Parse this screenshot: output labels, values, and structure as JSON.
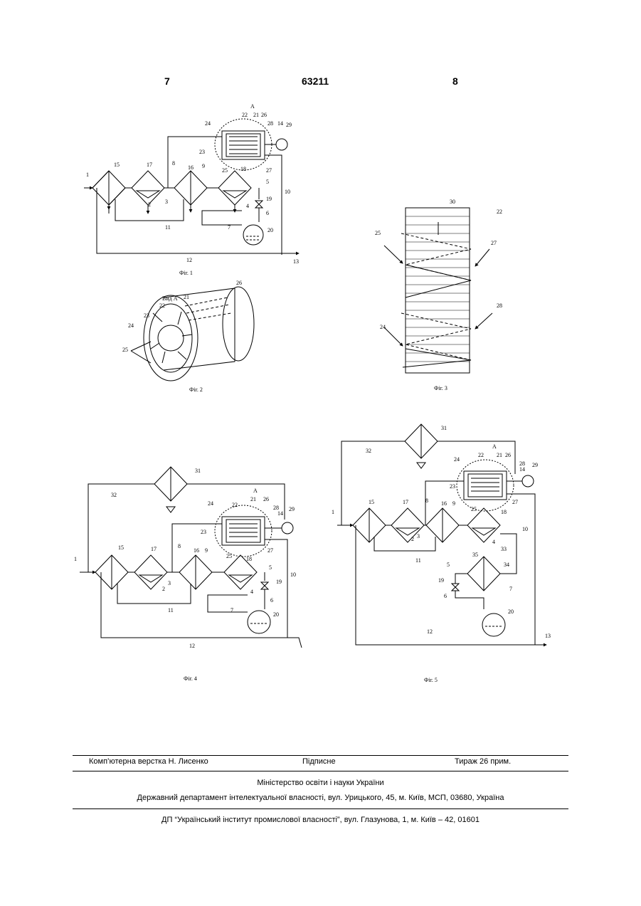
{
  "header": {
    "page_left": "7",
    "patent_number": "63211",
    "page_right": "8"
  },
  "figures": {
    "fig1": {
      "caption": "Фіг. 1",
      "labels": [
        "1",
        "15",
        "17",
        "16",
        "18",
        "8",
        "9",
        "10",
        "11",
        "12",
        "13",
        "2",
        "3",
        "4",
        "5",
        "6",
        "7",
        "19",
        "20",
        "21",
        "22",
        "23",
        "24",
        "25",
        "26",
        "27",
        "28",
        "14",
        "29",
        "A"
      ]
    },
    "fig2": {
      "caption": "Фіг. 2",
      "view_label": "Вид А",
      "labels": [
        "21",
        "26",
        "22",
        "23",
        "24",
        "25"
      ]
    },
    "fig3": {
      "caption": "Фіг. 3",
      "labels": [
        "30",
        "22",
        "25",
        "27",
        "28",
        "24"
      ]
    },
    "fig4": {
      "caption": "Фіг. 4",
      "labels": [
        "31",
        "32",
        "1",
        "15",
        "17",
        "16",
        "18",
        "8",
        "9",
        "10",
        "11",
        "12",
        "2",
        "3",
        "4",
        "5",
        "6",
        "7",
        "19",
        "20",
        "21",
        "22",
        "23",
        "24",
        "25",
        "26",
        "27",
        "28",
        "14",
        "29",
        "A"
      ]
    },
    "fig5": {
      "caption": "Фіг. 5",
      "labels": [
        "31",
        "32",
        "1",
        "15",
        "17",
        "16",
        "18",
        "8",
        "9",
        "10",
        "11",
        "12",
        "13",
        "2",
        "3",
        "4",
        "5",
        "6",
        "7",
        "19",
        "20",
        "33",
        "34",
        "35",
        "21",
        "22",
        "23",
        "24",
        "25",
        "26",
        "27",
        "28",
        "14",
        "29",
        "A"
      ]
    }
  },
  "footer": {
    "layout": "Комп’ютерна верстка Н. Лисенко",
    "signed": "Підписне",
    "circulation": "Тираж 26 прим.",
    "ministry": "Міністерство освіти і науки України",
    "department": "Державний департамент інтелектуальної власності, вул. Урицького, 45, м. Київ, МСП, 03680, Україна",
    "institute": "ДП “Український інститут промислової власності”, вул. Глазунова, 1, м. Київ – 42, 01601"
  }
}
